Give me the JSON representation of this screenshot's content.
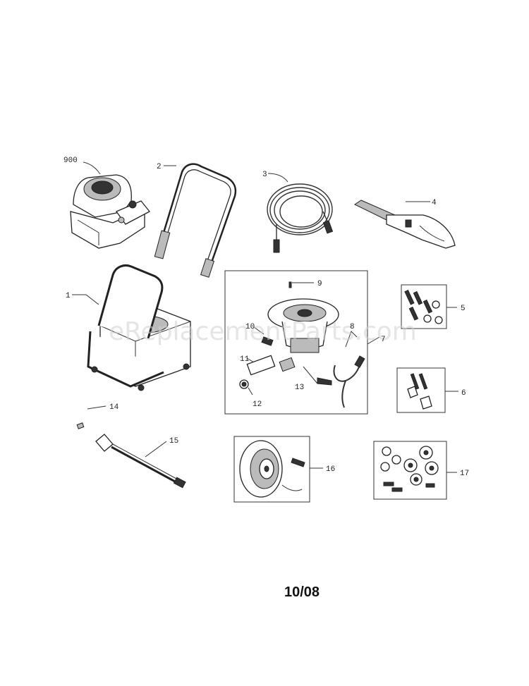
{
  "diagram": {
    "watermark": "eReplacementParts.com",
    "date_code": "10/08",
    "callouts": {
      "engine": "900",
      "frame": "1",
      "handle": "2",
      "hose": "3",
      "gun": "4",
      "bolt_kit_a": "5",
      "bolt_kit_b": "6",
      "pump_assembly": "7",
      "pump_hose": "8",
      "pump_pin": "9",
      "pump_valve": "10",
      "pump_coupler": "11",
      "pump_oring": "12",
      "pump_fitting": "13",
      "tip": "14",
      "wand": "15",
      "wheel_kit": "16",
      "hardware_kit": "17"
    }
  }
}
